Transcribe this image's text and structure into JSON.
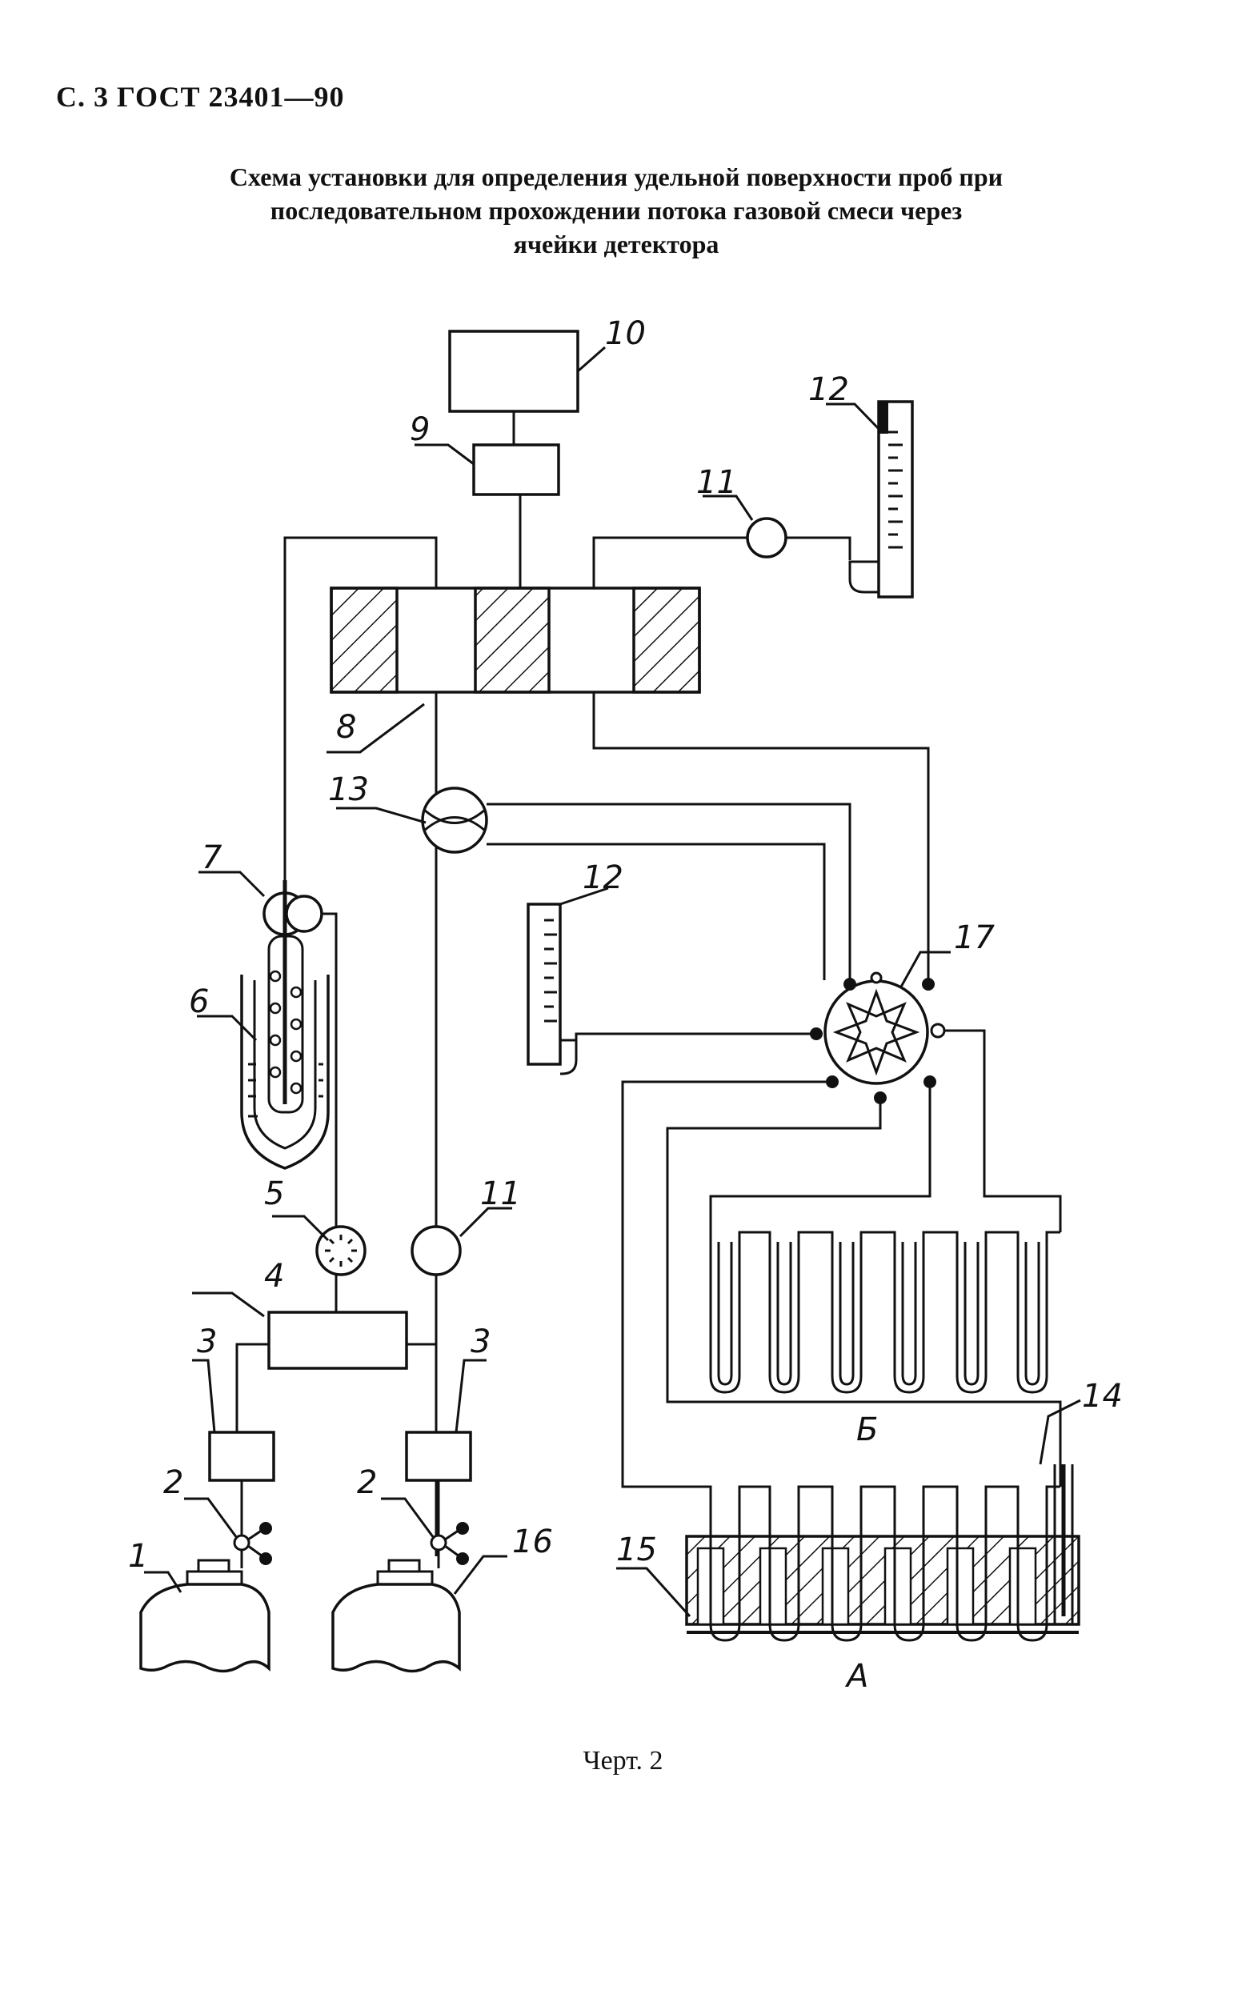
{
  "header": "С. 3 ГОСТ 23401—90",
  "title": {
    "line1": "Схема установки для определения удельной поверхности проб при",
    "line2": "последовательном прохождении потока газовой смеси через",
    "line3": "ячейки детектора"
  },
  "labels": {
    "n1": "1",
    "n2a": "2",
    "n2b": "2",
    "n3a": "3",
    "n3b": "3",
    "n4": "4",
    "n5": "5",
    "n6": "6",
    "n7": "7",
    "n8": "8",
    "n9": "9",
    "n10": "10",
    "n11a": "11",
    "n11b": "11",
    "n12a": "12",
    "n12b": "12",
    "n13": "13",
    "n14": "14",
    "n15": "15",
    "n16": "16",
    "n17": "17",
    "groupA": "А",
    "groupB": "Б"
  },
  "caption": "Черт. 2"
}
